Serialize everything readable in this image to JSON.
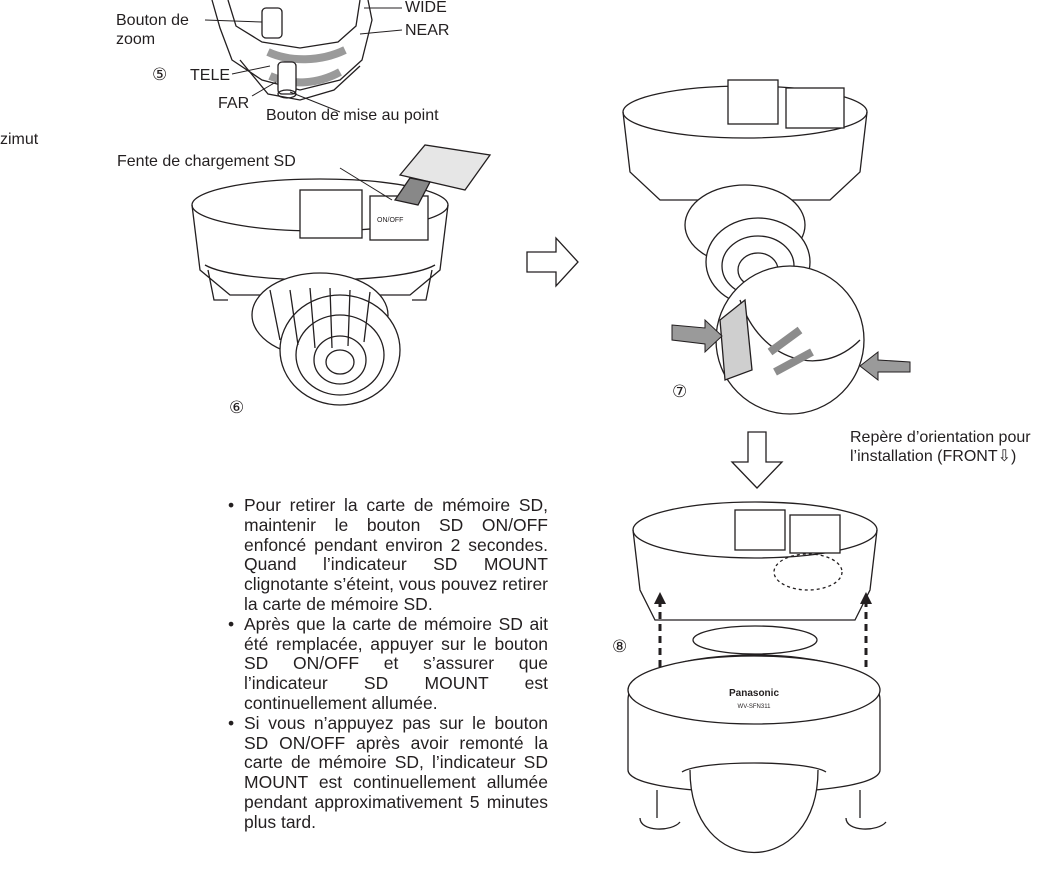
{
  "labels": {
    "zoom_button": "Bouton de zoom",
    "wide": "WIDE",
    "near": "NEAR",
    "tele": "TELE",
    "far": "FAR",
    "focus_button": "Bouton de mise au point",
    "azimut_fragment": "zimut",
    "sd_slot": "Fente de chargement SD",
    "orientation_mark": "Repère d’orientation pour l’installation (FRONT⇩)",
    "brand": "Panasonic",
    "model": "WV-SFN311",
    "sd_onoff_small": "ON/OFF"
  },
  "steps": {
    "s5": "⑤",
    "s6": "⑥",
    "s7": "⑦",
    "s8": "⑧"
  },
  "bullets": [
    "Pour retirer la carte de mémoire SD, maintenir le bouton SD ON/OFF enfoncé pendant environ 2 secondes. Quand l’indicateur SD MOUNT clignotante s’éteint, vous pouvez retirer la carte de mémoire SD.",
    "Après que la carte de mémoire SD ait été remplacée, appuyer sur le bouton SD ON/OFF et s’assurer que l’indicateur SD MOUNT est continuellement allumée.",
    "Si vous n’appuyez pas sur le bouton SD ON/OFF après avoir remonté la carte de mémoire SD, l’indicateur SD MOUNT est continuellement allumée pendant approximativement 5 minutes plus tard."
  ],
  "colors": {
    "ink": "#231f20",
    "arrow_fill": "#d9d9d9",
    "grey_arrow": "#8c8c8c"
  }
}
